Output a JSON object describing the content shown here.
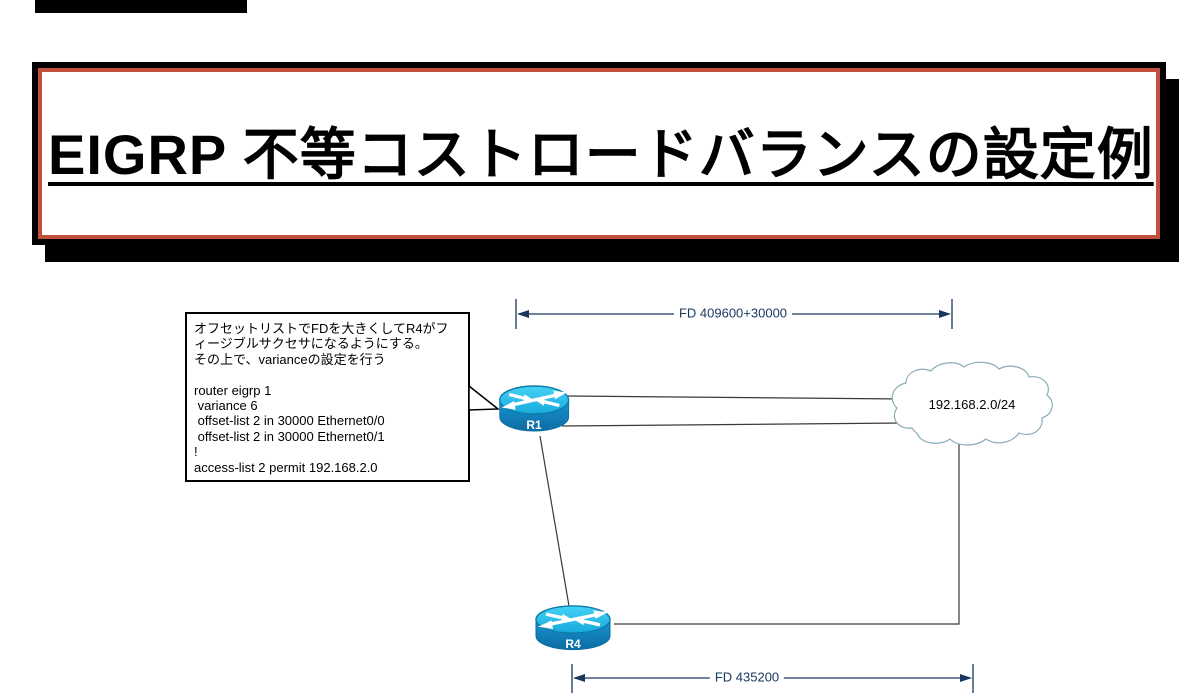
{
  "banner": {
    "title": "EIGRP 不等コストロードバランスの設定例",
    "border_color": "#c0503c",
    "shadow_color": "#000000"
  },
  "callout": {
    "lines": [
      "オフセットリストでFDを大きくしてR4がフ",
      "ィージブルサクセサになるようにする。",
      "その上で、varianceの設定を行う",
      "",
      "router eigrp 1",
      " variance 6",
      " offset-list 2 in 30000 Ethernet0/0",
      " offset-list 2 in 30000 Ethernet0/1",
      "!",
      "access-list 2 permit 192.168.2.0"
    ]
  },
  "devices": [
    {
      "id": "R1",
      "label": "R1"
    },
    {
      "id": "R4",
      "label": "R4"
    }
  ],
  "network_cloud": {
    "label": "192.168.2.0/24",
    "outline_color": "#8aacb8"
  },
  "measurements": {
    "top": {
      "label": "FD 409600+30000",
      "color": "#17375e"
    },
    "bottom": {
      "label": "FD 435200",
      "color": "#17375e"
    }
  },
  "router_colors": {
    "top": "#2cc2ec",
    "body_light": "#1795d2",
    "body_dark": "#0d6ca2",
    "outline": "#0a6ea5",
    "arrows": "#ffffff"
  }
}
